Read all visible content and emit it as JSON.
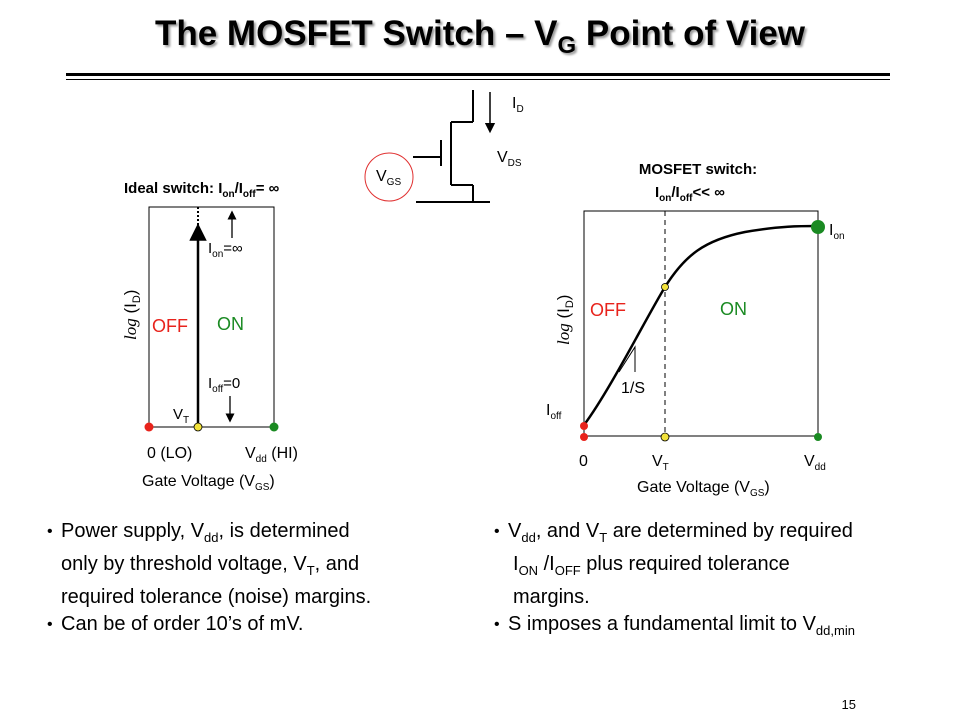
{
  "title": {
    "text": "The MOSFET Switch – V",
    "sub": "G",
    "suffix": " Point of View"
  },
  "transistor": {
    "id_label": "I",
    "id_sub": "D",
    "vds_label": "V",
    "vds_sub": "DS",
    "vgs_label": "V",
    "vgs_sub": "GS"
  },
  "ideal_panel": {
    "heading_pre": "Ideal switch: I",
    "heading_sub1": "on",
    "heading_mid": "/I",
    "heading_sub2": "off",
    "heading_post": "= ∞",
    "ylabel_pre": "log",
    "ylabel_post": " (I",
    "ylabel_sub": "D",
    "ylabel_end": ")",
    "off_label": "OFF",
    "on_label": "ON",
    "ion_label_pre": "I",
    "ion_label_sub": "on",
    "ion_label_post": "=∞",
    "ioff_label_pre": "I",
    "ioff_label_sub": "off",
    "ioff_label_post": "=0",
    "vt_label": "V",
    "vt_sub": "T",
    "x_left_label": "0 (LO)",
    "x_right_label_pre": "V",
    "x_right_label_sub": "dd",
    "x_right_label_post": " (HI)",
    "xlabel_pre": "Gate Voltage (V",
    "xlabel_sub": "GS",
    "xlabel_post": ")"
  },
  "mosfet_panel": {
    "heading_line1": "MOSFET switch:",
    "heading_pre": "I",
    "heading_sub1": "on",
    "heading_mid": "/I",
    "heading_sub2": "off",
    "heading_post": "<< ∞",
    "ylabel_pre": "log",
    "ylabel_post": " (I",
    "ylabel_sub": "D",
    "ylabel_end": ")",
    "off_label": "OFF",
    "on_label": "ON",
    "slope_label": "1/S",
    "ion_label": "I",
    "ion_sub": "on",
    "ioff_label": "I",
    "ioff_sub": "off",
    "x_zero_label": "0",
    "vt_label": "V",
    "vt_sub": "T",
    "vdd_label": "V",
    "vdd_sub": "dd",
    "xlabel_pre": "Gate Voltage (V",
    "xlabel_sub": "GS",
    "xlabel_post": ")"
  },
  "left_bullets": {
    "b1": {
      "l1_pre": "Power supply, V",
      "l1_sub": "dd",
      "l1_post": ", is determined",
      "l2_pre": "only by threshold voltage, V",
      "l2_sub": "T",
      "l2_post": ", and",
      "l3": "required tolerance (noise) margins."
    },
    "b2": {
      "l1": "Can be of order 10’s of mV."
    }
  },
  "right_bullets": {
    "b1": {
      "l1_pre": "V",
      "l1_sub1": "dd",
      "l1_mid": ", and V",
      "l1_sub2": "T",
      "l1_post": " are determined by required",
      "l2_pre": "I",
      "l2_sub1": "ON",
      "l2_mid": " /I",
      "l2_sub2": "OFF",
      "l2_post": "  plus  required tolerance",
      "l3": "margins."
    },
    "b2": {
      "l1_pre": "S imposes a fundamental limit to V",
      "l1_sub": "dd,min"
    }
  },
  "page_number": "15",
  "colors": {
    "off": "#e8231c",
    "on": "#1a8a22",
    "vt_dot": "#f2e23a",
    "vgs_circle": "#e03030"
  }
}
